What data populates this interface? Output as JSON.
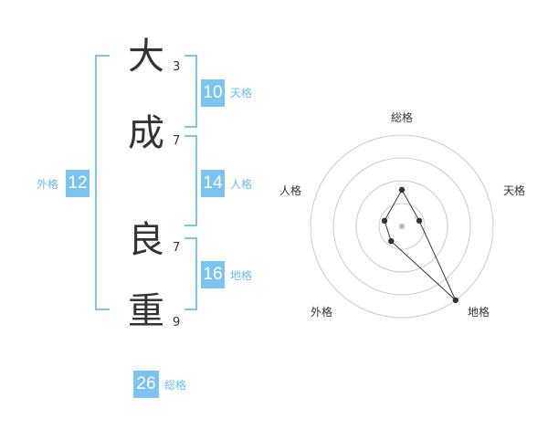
{
  "name": {
    "chars": [
      {
        "char": "大",
        "strokes": "3"
      },
      {
        "char": "成",
        "strokes": "7"
      },
      {
        "char": "良",
        "strokes": "7"
      },
      {
        "char": "重",
        "strokes": "9"
      }
    ]
  },
  "kakusu": {
    "tenkaku": {
      "value": "10",
      "label": "天格"
    },
    "jinkaku": {
      "value": "14",
      "label": "人格"
    },
    "chikaku": {
      "value": "16",
      "label": "地格"
    },
    "gaikaku": {
      "value": "12",
      "label": "外格"
    },
    "soukaku": {
      "value": "26",
      "label": "総格"
    }
  },
  "chart_data": {
    "type": "radar",
    "axes": [
      "総格",
      "天格",
      "地格",
      "外格",
      "人格"
    ],
    "rings": 4,
    "values": [
      2,
      1,
      5,
      1,
      1
    ],
    "max": 5,
    "colors": {
      "ring": "#cccccc",
      "line": "#333333",
      "point": "#333333",
      "center": "#bbbbbb"
    }
  }
}
